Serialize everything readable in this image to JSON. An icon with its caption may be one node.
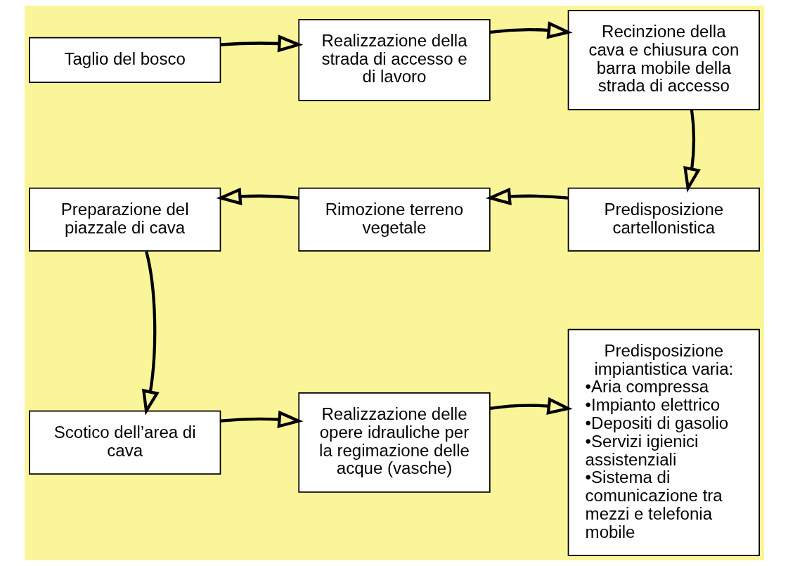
{
  "diagram": {
    "nodes": [
      {
        "text": [
          "Taglio del bosco"
        ]
      },
      {
        "text": [
          "Realizzazione della strada di accesso e di lavoro"
        ]
      },
      {
        "text": [
          "Recinzione della cava e chiusura con barra mobile della strada di accesso"
        ]
      },
      {
        "text": [
          "Predisposizione cartellonistica"
        ]
      },
      {
        "text": [
          "Rimozione terreno vegetale"
        ]
      },
      {
        "text": [
          "Preparazione del piazzale di cava"
        ]
      },
      {
        "text": [
          "Scotico dell’area di cava"
        ]
      },
      {
        "text": [
          "Realizzazione delle opere idrauliche per la regimazione delle acque (vasche)"
        ]
      },
      {
        "text": [
          "Predisposizione impiantistica varia:",
          "•Aria compressa",
          "•Impianto elettrico",
          "•Depositi di gasolio",
          "•Servizi igienici assistenziali",
          "•Sistema di comunicazione tra mezzi e telefonia mobile"
        ]
      }
    ],
    "edges": [
      {
        "from": 0,
        "to": 1,
        "arrow": "to"
      },
      {
        "from": 1,
        "to": 2,
        "arrow": "to"
      },
      {
        "from": 2,
        "to": 3,
        "arrow": "to"
      },
      {
        "from": 3,
        "to": 4,
        "arrow": "to"
      },
      {
        "from": 4,
        "to": 5,
        "arrow": "to"
      },
      {
        "from": 5,
        "to": 6,
        "arrow": "to"
      },
      {
        "from": 6,
        "to": 7,
        "arrow": "to"
      },
      {
        "from": 7,
        "to": 8,
        "arrow": "to"
      }
    ]
  }
}
